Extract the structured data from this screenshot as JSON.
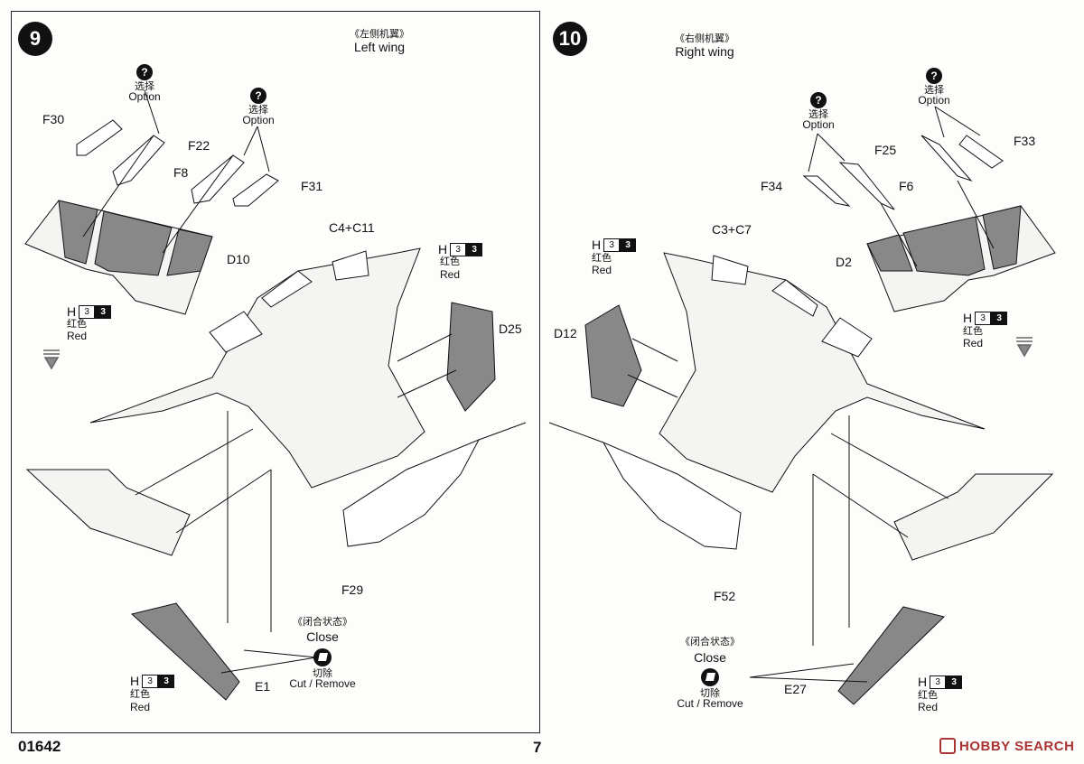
{
  "kit_number": "01642",
  "page_number": "7",
  "watermark": "HOBBY SEARCH",
  "step9": {
    "number": "9",
    "title_cn": "《左侧机翼》",
    "title_en": "Left wing",
    "option1": {
      "q": "?",
      "cn": "选择",
      "en": "Option"
    },
    "option2": {
      "q": "?",
      "cn": "选择",
      "en": "Option"
    },
    "parts": {
      "F30": "F30",
      "F22": "F22",
      "F8": "F8",
      "F31": "F31",
      "D10": "D10",
      "C4C11": "C4+C11",
      "D25": "D25",
      "F29": "F29",
      "E1": "E1"
    },
    "paint_a": {
      "letter": "H",
      "code": "3",
      "code2": "3",
      "cn": "红色",
      "en": "Red"
    },
    "paint_b": {
      "letter": "H",
      "code": "3",
      "code2": "3",
      "cn": "红色",
      "en": "Red"
    },
    "paint_c": {
      "letter": "H",
      "code": "3",
      "code2": "3",
      "cn": "红色",
      "en": "Red"
    },
    "close": {
      "cn": "《闭合状态》",
      "en": "Close",
      "cut_cn": "切除",
      "cut_en": "Cut / Remove"
    }
  },
  "step10": {
    "number": "10",
    "title_cn": "《右侧机翼》",
    "title_en": "Right wing",
    "option1": {
      "q": "?",
      "cn": "选择",
      "en": "Option"
    },
    "option2": {
      "q": "?",
      "cn": "选择",
      "en": "Option"
    },
    "parts": {
      "F25": "F25",
      "F33": "F33",
      "F34": "F34",
      "F6": "F6",
      "C3C7": "C3+C7",
      "D2": "D2",
      "D12": "D12",
      "F52": "F52",
      "E27": "E27"
    },
    "paint_a": {
      "letter": "H",
      "code": "3",
      "code2": "3",
      "cn": "红色",
      "en": "Red"
    },
    "paint_b": {
      "letter": "H",
      "code": "3",
      "code2": "3",
      "cn": "红色",
      "en": "Red"
    },
    "paint_c": {
      "letter": "H",
      "code": "3",
      "code2": "3",
      "cn": "红色",
      "en": "Red"
    },
    "close": {
      "cn": "《闭合状态》",
      "en": "Close",
      "cut_cn": "切除",
      "cut_en": "Cut / Remove"
    }
  }
}
